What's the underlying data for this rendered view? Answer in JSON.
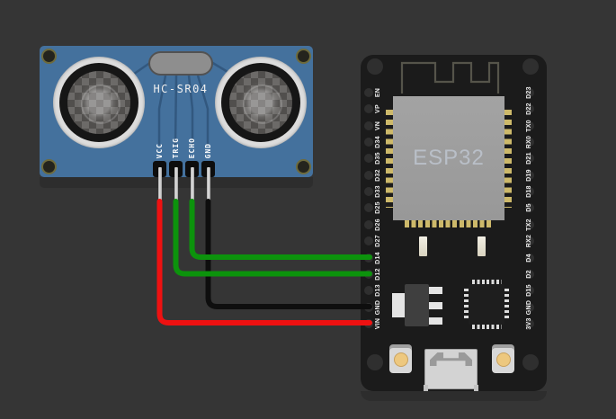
{
  "colors": {
    "background": "#353535",
    "sensor_board": "#44719d",
    "esp_board": "#1b1b1b",
    "module_gray": "#989898",
    "pin_gold": "#cdb96a",
    "silver": "#dcdcdc",
    "wire_red": "#ee1111",
    "wire_green": "#0c930c",
    "wire_black": "#0e0e0e"
  },
  "sensor": {
    "title": "HC-SR04",
    "pins": [
      "VCC",
      "TRIG",
      "ECHO",
      "GND"
    ]
  },
  "esp32": {
    "chip_label": "ESP32",
    "left_pins": [
      "EN",
      "VP",
      "VN",
      "D34",
      "D35",
      "D32",
      "D33",
      "D25",
      "D26",
      "D27",
      "D14",
      "D12",
      "D13",
      "GND",
      "VIN"
    ],
    "right_pins": [
      "D23",
      "D22",
      "TX0",
      "RX0",
      "D21",
      "D19",
      "D18",
      "D5",
      "TX2",
      "RX2",
      "D4",
      "D2",
      "D15",
      "GND",
      "3V3"
    ]
  },
  "wires": [
    {
      "from": "GND",
      "to": "GND",
      "color": "#0e0e0e"
    },
    {
      "from": "TRIG",
      "to": "D12",
      "color": "#0c930c"
    },
    {
      "from": "ECHO",
      "to": "D14",
      "color": "#0c930c"
    },
    {
      "from": "VCC",
      "to": "VIN",
      "color": "#ee1111"
    }
  ]
}
